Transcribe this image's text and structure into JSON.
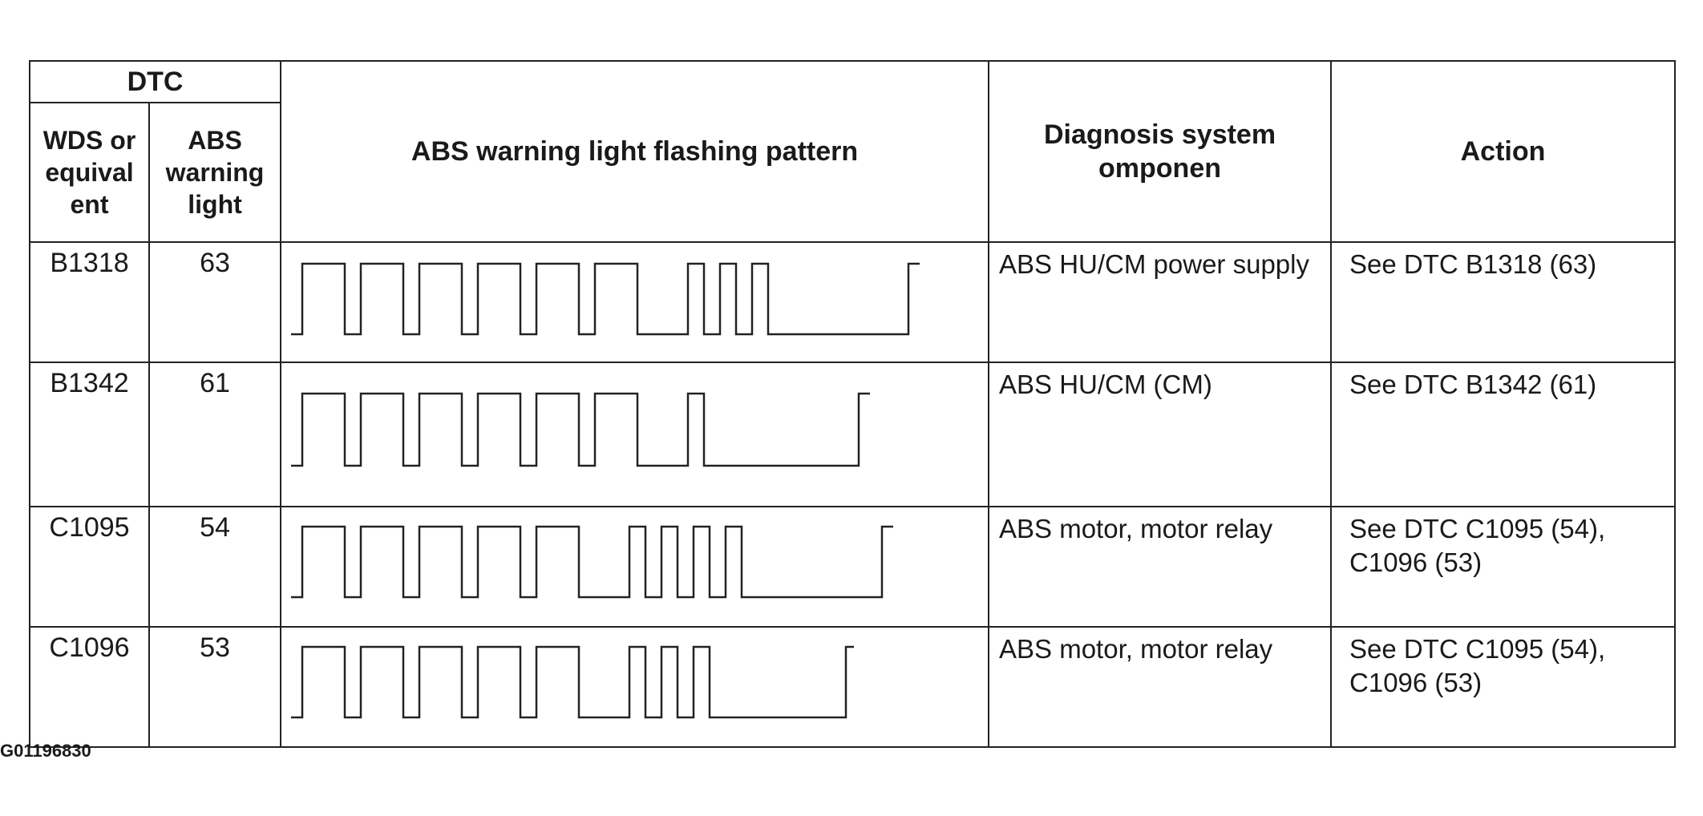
{
  "headers": {
    "dtc": "DTC",
    "wds": "WDS or equival ent",
    "abs": "ABS warning light",
    "pattern": "ABS warning light flashing pattern",
    "diagnosis": "Diagnosis system omponen",
    "action": "Action"
  },
  "rows": [
    {
      "wds": "B1318",
      "abs": "63",
      "diagnosis": "ABS HU/CM power supply",
      "action": "See DTC B1318 (63)",
      "long_flashes": 6,
      "short_flashes": 3
    },
    {
      "wds": "B1342",
      "abs": "61",
      "diagnosis": "ABS HU/CM (CM)",
      "action": "See DTC B1342 (61)",
      "long_flashes": 6,
      "short_flashes": 1
    },
    {
      "wds": "C1095",
      "abs": "54",
      "diagnosis": "ABS motor, motor relay",
      "action": "See DTC C1095 (54), C1096 (53)",
      "long_flashes": 5,
      "short_flashes": 4
    },
    {
      "wds": "C1096",
      "abs": "53",
      "diagnosis": "ABS motor, motor relay",
      "action": "See DTC C1095 (54), C1096 (53)",
      "long_flashes": 5,
      "short_flashes": 3
    }
  ],
  "figure_id": "G01196830"
}
